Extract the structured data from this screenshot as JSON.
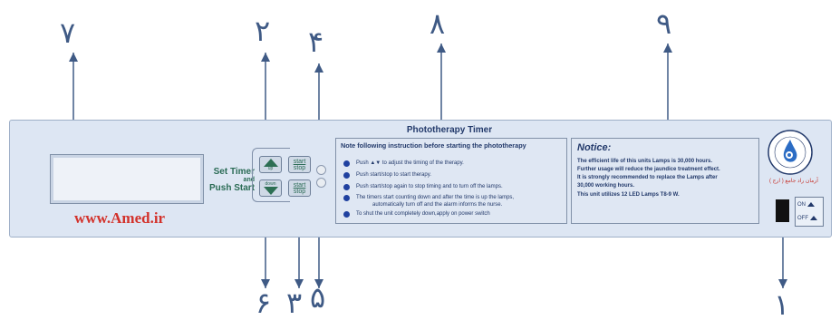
{
  "panel": {
    "website": "www.Amed.ir",
    "set_timer": "Set Timer",
    "and": "and",
    "push_start": "Push Start",
    "up_label": "up",
    "down_label": "down",
    "start_label": "start",
    "stop_label": "stop"
  },
  "instructions": {
    "title": "Phototherapy Timer",
    "heading": "Note following instruction before starting the phototherapy",
    "items": [
      "Push ▲▼  to adjust the timing of the therapy.",
      "Push start/stop to start therapy.",
      "Push start/stop again to stop timing and to turn off the lamps.",
      "The timers start counting down and after the time is up the lamps,",
      "automatically turn off and the alarm informs the nurse.",
      "To shut the unit completely down,apply on power switch"
    ]
  },
  "notice": {
    "title": "Notice:",
    "lines": [
      "The efficient life of this units Lamps is 30,000 hours.",
      "Further usage will reduce the jaundice treatment effect.",
      "It is strongly recommended to replace the Lamps after",
      "30,000 working hours.",
      "This unit utilizes 12 LED Lamps T8-9 W."
    ]
  },
  "logo": {
    "caption": "آرمان راد جامع ( ارج )"
  },
  "power": {
    "on": "ON",
    "off": "OFF"
  },
  "callouts": {
    "c1": "۱",
    "c2": "۲",
    "c3": "۳",
    "c4": "۴",
    "c5": "۵",
    "c6": "۶",
    "c7": "۷",
    "c8": "۸",
    "c9": "۹"
  },
  "colors": {
    "panel": "#dde6f3",
    "text": "#233a6b",
    "website": "#d3322b",
    "button_icon": "#2d6f53",
    "bullet": "#2041a0"
  }
}
